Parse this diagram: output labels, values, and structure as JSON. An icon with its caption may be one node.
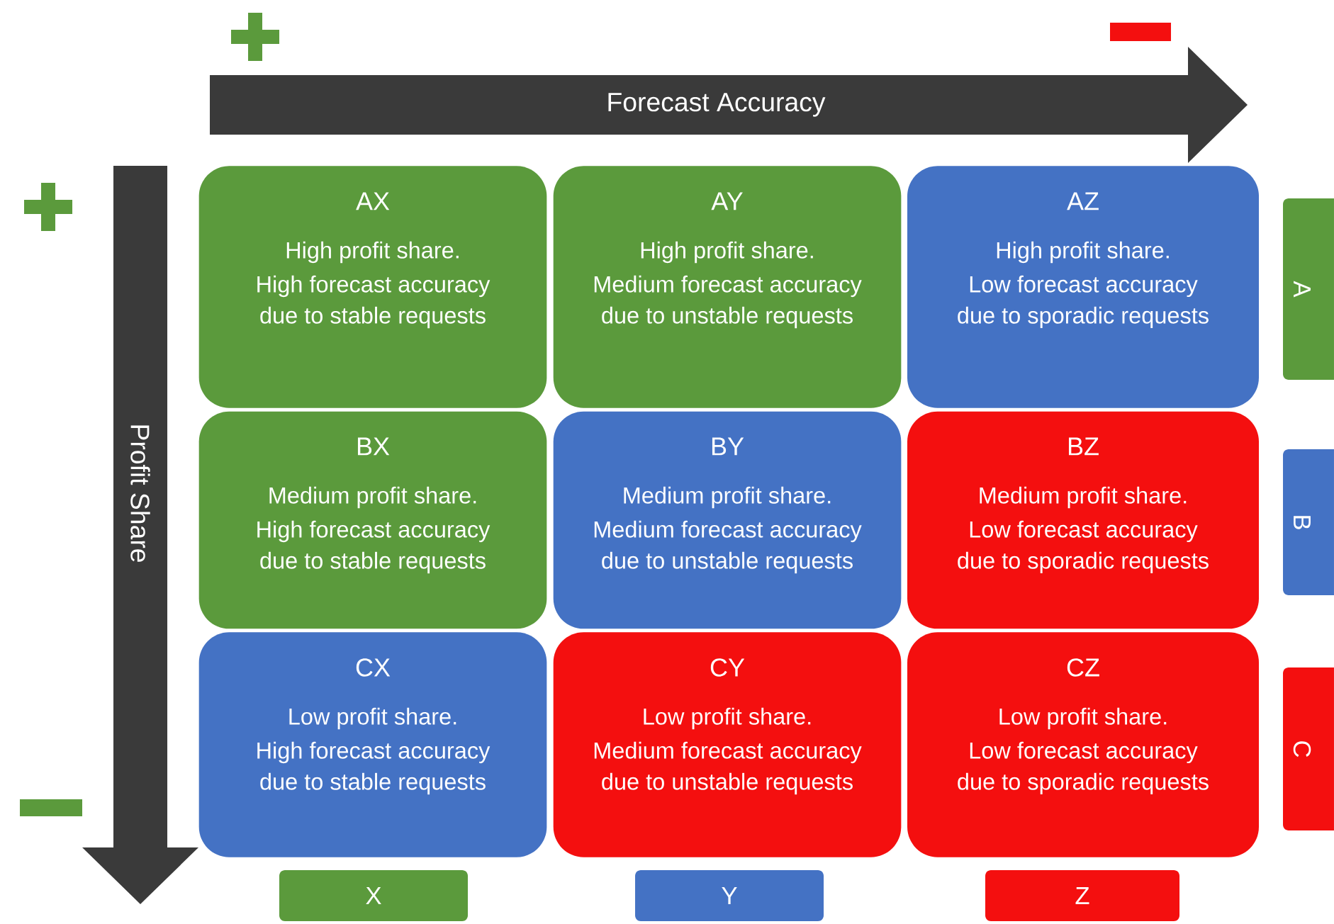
{
  "diagram": {
    "nodes": [
      {
        "text": [
          "Forecast Accuracy"
        ]
      },
      {
        "text": [
          "Profit Share"
        ]
      },
      {
        "text": [
          "AX",
          "High profit share.",
          "High forecast accuracy due to stable requests"
        ]
      },
      {
        "text": [
          "AY",
          "High profit share.",
          "Medium forecast accuracy due to unstable requests"
        ]
      },
      {
        "text": [
          "AZ",
          "High profit share.",
          "Low forecast accuracy due to sporadic requests"
        ]
      },
      {
        "text": [
          "BX",
          "Medium profit share.",
          "High forecast accuracy due to stable requests"
        ]
      },
      {
        "text": [
          "BY",
          "Medium profit share.",
          "Medium forecast accuracy due to unstable requests"
        ]
      },
      {
        "text": [
          "BZ",
          "Medium profit share.",
          "Low forecast accuracy due to sporadic requests"
        ]
      },
      {
        "text": [
          "CX",
          "Low profit share.",
          "High forecast accuracy due to stable requests"
        ]
      },
      {
        "text": [
          "CY",
          "Low profit share.",
          "Medium forecast accuracy due to unstable requests"
        ]
      },
      {
        "text": [
          "CZ",
          "Low profit share.",
          "Low forecast accuracy due to sporadic requests"
        ]
      },
      {
        "text": [
          "A"
        ]
      },
      {
        "text": [
          "B"
        ]
      },
      {
        "text": [
          "C"
        ]
      },
      {
        "text": [
          "X"
        ]
      },
      {
        "text": [
          "Y"
        ]
      },
      {
        "text": [
          "Z"
        ]
      }
    ]
  }
}
